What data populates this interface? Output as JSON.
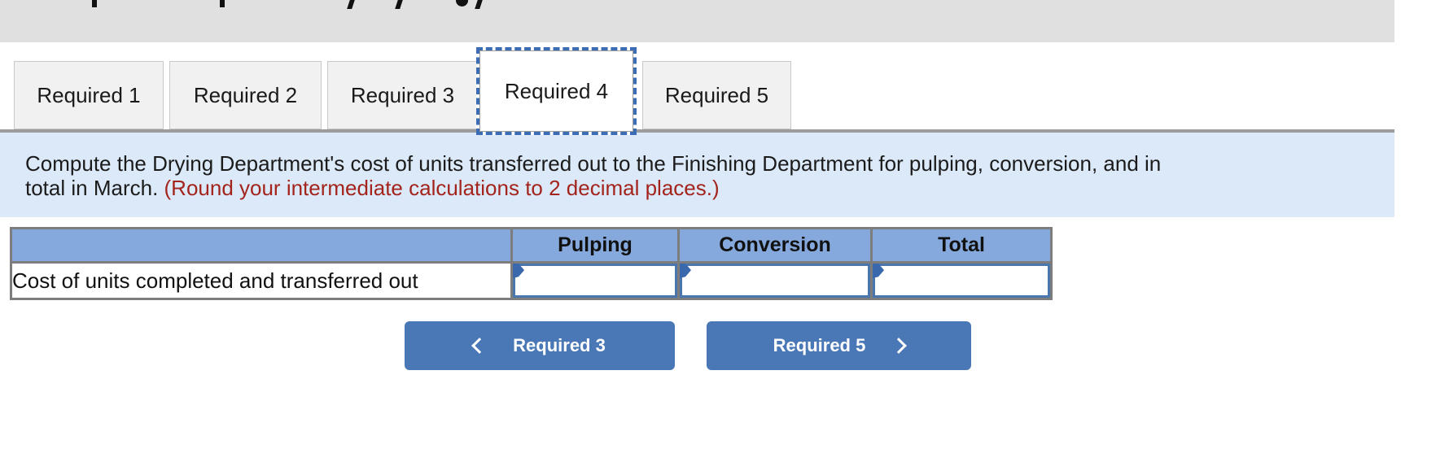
{
  "tabs": {
    "items": [
      {
        "label": "Required 1",
        "active": false
      },
      {
        "label": "Required 2",
        "active": false
      },
      {
        "label": "Required 3",
        "active": false
      },
      {
        "label": "Required 4",
        "active": true
      },
      {
        "label": "Required 5",
        "active": false
      }
    ]
  },
  "instruction": {
    "line1": "Compute the Drying Department's cost of units transferred out to the Finishing Department for pulping, conversion, and in",
    "line2_black": "total in March. ",
    "line2_red": "(Round your intermediate calculations to 2 decimal places.)"
  },
  "table": {
    "headers": [
      "",
      "Pulping",
      "Conversion",
      "Total"
    ],
    "rows": [
      {
        "label": "Cost of units completed and transferred out",
        "values": [
          "",
          "",
          ""
        ]
      }
    ]
  },
  "nav": {
    "prev_label": "Required 3",
    "next_label": "Required 5"
  },
  "icons": {
    "prev": "chevron-left-icon",
    "next": "chevron-right-icon",
    "cell_marker": "input-flag-icon"
  },
  "colors": {
    "top_bar_bg": "#e0e0e0",
    "tab_bg": "#f1f1f1",
    "tab_active_border": "#3c6cb4",
    "panel_bg": "#dce9f8",
    "red_text": "#a3241c",
    "table_header_bg": "#85a9dc",
    "table_grid": "#7d7d7d",
    "input_border": "#4a76ae",
    "button_bg": "#4a77b5"
  }
}
